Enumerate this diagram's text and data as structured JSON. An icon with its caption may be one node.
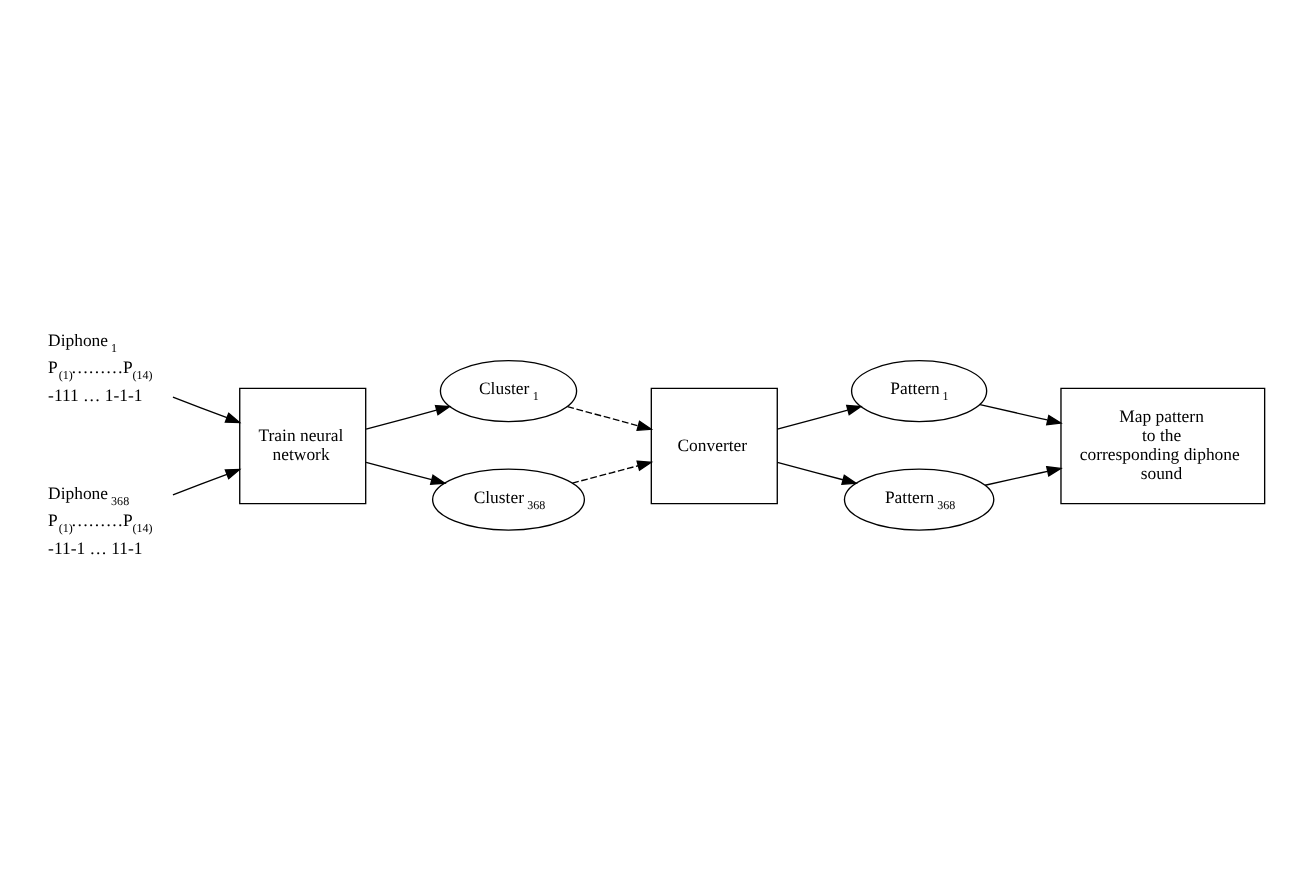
{
  "diagram": {
    "nodes": [
      {
        "text": [
          "Diphone$_{1}$",
          "P$_{(1)}$………P$_{(14)}$",
          "-111 … 1-1-1"
        ]
      },
      {
        "text": [
          "Diphone$_{368}$",
          "P$_{(1)}$………P$_{(14)}$",
          "-11-1 … 11-1"
        ]
      },
      {
        "text": [
          "Train neural network"
        ]
      },
      {
        "text": [
          "Cluster$_{1}$"
        ]
      },
      {
        "text": [
          "Cluster$_{368}$"
        ]
      },
      {
        "text": [
          "Converter"
        ]
      },
      {
        "text": [
          "Pattern$_{1}$"
        ]
      },
      {
        "text": [
          "Pattern$_{368}$"
        ]
      },
      {
        "text": [
          "Map pattern to the corresponding diphone sound"
        ]
      }
    ],
    "edges": [
      {
        "from": 0,
        "to": 2,
        "arrow": "to"
      },
      {
        "from": 1,
        "to": 2,
        "arrow": "to"
      },
      {
        "from": 2,
        "to": 3,
        "arrow": "to"
      },
      {
        "from": 2,
        "to": 4,
        "arrow": "to"
      },
      {
        "from": 3,
        "to": 5,
        "arrow": "to",
        "style": "dashed"
      },
      {
        "from": 4,
        "to": 5,
        "arrow": "to",
        "style": "dashed"
      },
      {
        "from": 5,
        "to": 6,
        "arrow": "to"
      },
      {
        "from": 5,
        "to": 7,
        "arrow": "to"
      },
      {
        "from": 6,
        "to": 8,
        "arrow": "to"
      },
      {
        "from": 7,
        "to": 8,
        "arrow": "to"
      }
    ]
  }
}
